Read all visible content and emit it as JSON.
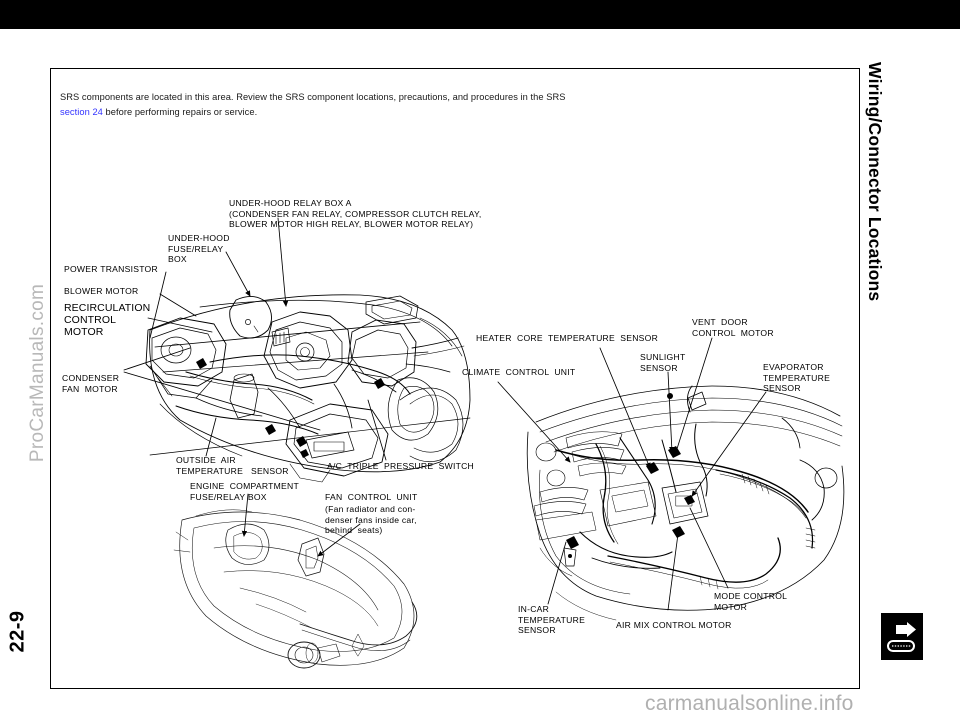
{
  "page": {
    "number": "22-9",
    "side_title": "Wiring/Connector Locations",
    "watermark_left": "ProCarManuals.com",
    "watermark_bottom": "carmanualsonline.info"
  },
  "intro": {
    "line1": "SRS components are located in this area. Review the SRS component locations, precautions, and procedures in the SRS",
    "link": "section 24",
    "line2_tail": "before performing  repairs  or  service."
  },
  "engine_bay_labels": {
    "under_hood_relay_box_a": "UNDER-HOOD RELAY BOX A\n(CONDENSER FAN RELAY, COMPRESSOR CLUTCH RELAY,\nBLOWER MOTOR HIGH RELAY, BLOWER MOTOR RELAY)",
    "under_hood_fuse_relay_box": "UNDER-HOOD\nFUSE/RELAY\nBOX",
    "power_transistor": "POWER TRANSISTOR",
    "blower_motor": "BLOWER MOTOR",
    "recirculation_control_motor": "RECIRCULATION\nCONTROL\nMOTOR",
    "condenser_fan_motor": "CONDENSER\nFAN  MOTOR",
    "outside_air_temperature_sensor": "OUTSIDE  AIR\nTEMPERATURE   SENSOR",
    "engine_compartment_fuse_relay_box": "ENGINE  COMPARTMENT\nFUSE/RELAY BOX",
    "ac_triple_pressure_switch": "A/C  TRIPLE  PRESSURE  SWITCH",
    "fan_control_unit": "FAN  CONTROL  UNIT",
    "fan_control_unit_note": "(Fan radiator and con-\ndenser fans inside car,\nbehind  seats)"
  },
  "dashboard_labels": {
    "heater_core_temperature_sensor": "HEATER  CORE  TEMPERATURE  SENSOR",
    "climate_control_unit": "CLIMATE  CONTROL  UNIT",
    "sunlight_sensor": "SUNLIGHT\nSENSOR",
    "vent_door_control_motor": "VENT  DOOR\nCONTROL  MOTOR",
    "evaporator_temperature_sensor": "EVAPORATOR\nTEMPERATURE\nSENSOR",
    "in_car_temperature_sensor": "IN-CAR\nTEMPERATURE\nSENSOR",
    "air_mix_control_motor": "AIR MIX CONTROL MOTOR",
    "mode_control_motor": "MODE CONTROL\nMOTOR"
  },
  "colors": {
    "link": "#3333ff",
    "ink": "#000000",
    "watermark": "#b5b5b5",
    "scan_bar": "#000000"
  },
  "icons": {
    "nav_forward": "arrow-right-icon",
    "connector": "connector-icon"
  }
}
